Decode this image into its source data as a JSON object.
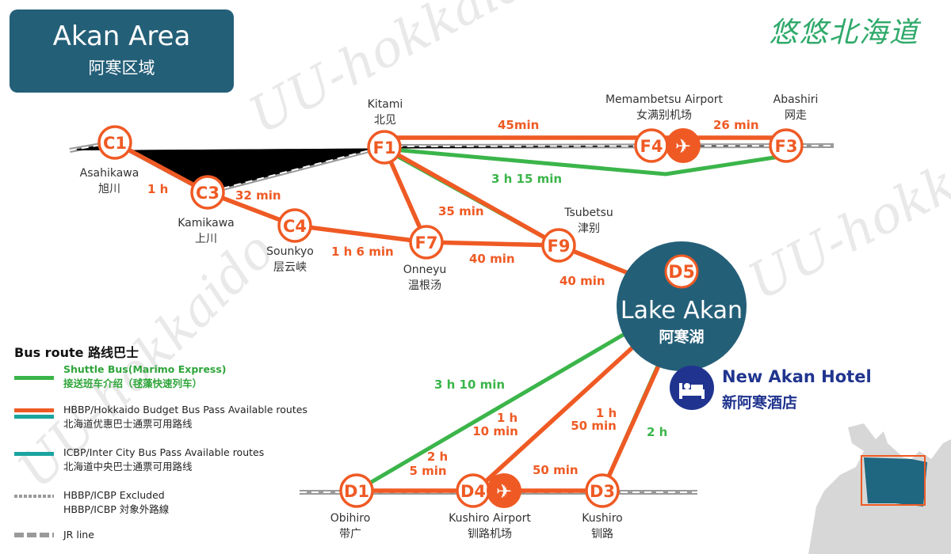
{
  "header": {
    "title_en": "Akan Area",
    "title_zh": "阿寒区域"
  },
  "brand": {
    "text": "悠悠北海道"
  },
  "watermark": "UU-hokkaido",
  "colors": {
    "title_bg": "#245f78",
    "route_orange": "#ef5a24",
    "route_green": "#3bb54a",
    "route_teal": "#1aa4a0",
    "hub": "#245f78",
    "hotel_blue": "#20348f",
    "jr_gray": "#9a9a9a",
    "land_gray": "#d7d7d7",
    "sea_blue": "#1f6680"
  },
  "stops": [
    {
      "code": "C1",
      "name_en": "Asahikawa",
      "name_zh": "旭川"
    },
    {
      "code": "C3",
      "name_en": "Kamikawa",
      "name_zh": "上川"
    },
    {
      "code": "C4",
      "name_en": "Sounkyo",
      "name_zh": "层云峡"
    },
    {
      "code": "F1",
      "name_en": "Kitami",
      "name_zh": "北见"
    },
    {
      "code": "F4",
      "name_en": "Memambetsu Airport",
      "name_zh": "女满别机场",
      "airport": true
    },
    {
      "code": "F3",
      "name_en": "Abashiri",
      "name_zh": "网走"
    },
    {
      "code": "F7",
      "name_en": "Onneyu",
      "name_zh": "温根汤"
    },
    {
      "code": "F9",
      "name_en": "Tsubetsu",
      "name_zh": "津别"
    },
    {
      "code": "D1",
      "name_en": "Obihiro",
      "name_zh": "带广"
    },
    {
      "code": "D4",
      "name_en": "Kushiro Airport",
      "name_zh": "钏路机场",
      "airport": true
    },
    {
      "code": "D3",
      "name_en": "Kushiro",
      "name_zh": "钏路"
    }
  ],
  "hub": {
    "code": "D5",
    "name_en": "Lake Akan",
    "name_zh": "阿寒湖"
  },
  "durations": [
    "1 h",
    "32 min",
    "1 h 6 min",
    "45min",
    "26 min",
    "3 h 15 min",
    "35 min",
    "40 min",
    "40 min",
    "3 h 10 min",
    "1 h\n10 min",
    "1 h\n50 min",
    "2 h",
    "2 h\n5 min",
    "50 min"
  ],
  "hotel": {
    "name_en": "New Akan Hotel",
    "name_zh": "新阿寒酒店",
    "icon": "bed-icon"
  },
  "legend": {
    "title": "Bus route 路线巴士",
    "items": [
      {
        "type": "green",
        "text_en": "Shuttle Bus(Marimo Express)",
        "text_zh": "接送班车介绍（毬藻快速列车）"
      },
      {
        "type": "orange-teal",
        "text_en": "HBBP/Hokkaido Budget Bus Pass Available routes",
        "text_zh": "北海道优惠巴士通票可用路线"
      },
      {
        "type": "teal",
        "text_en": "ICBP/Inter City Bus Pass Available routes",
        "text_zh": "北海道中央巴士通票可用路线"
      },
      {
        "type": "gray-dotted",
        "text_en": "HBBP/ICBP Excluded",
        "text_zh": "HBBP/ICBP 対象外路線"
      },
      {
        "type": "jr",
        "text_en": "JR line",
        "text_zh": ""
      }
    ]
  },
  "inset_map": {
    "name": "hokkaido-locator-map"
  }
}
